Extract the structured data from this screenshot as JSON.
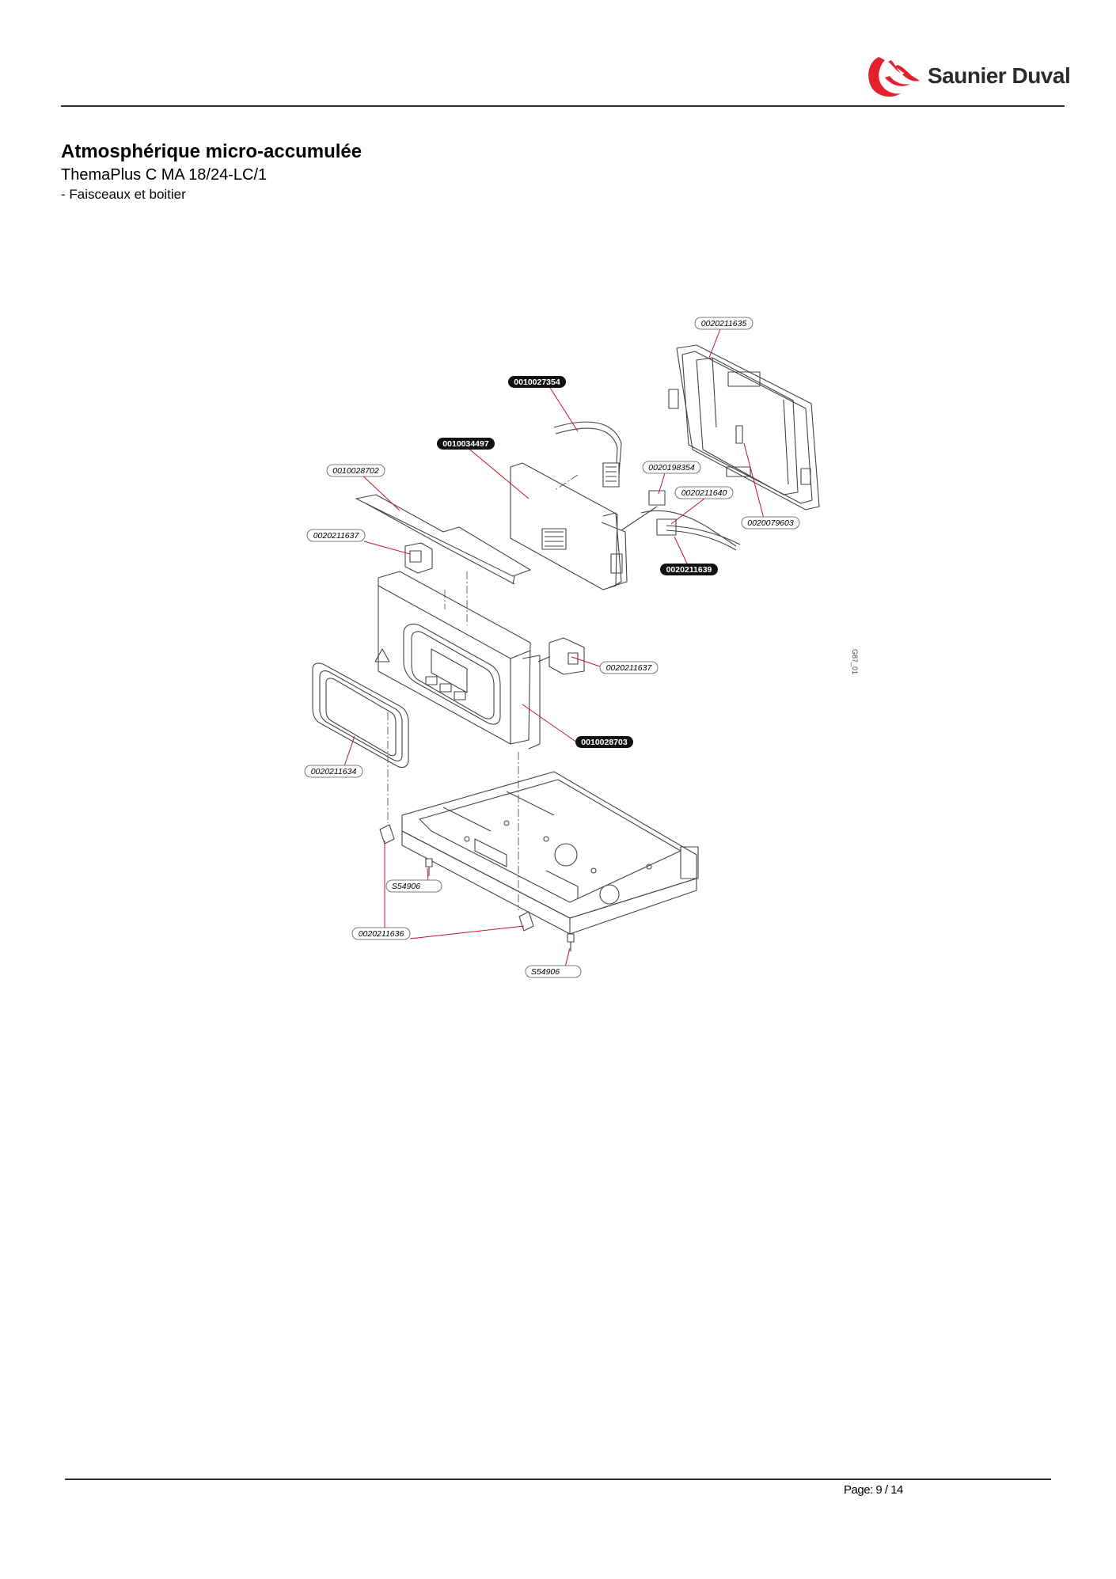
{
  "brand": {
    "name": "Saunier Duval",
    "logo_color": "#e3212d"
  },
  "document": {
    "title": "Atmosphérique micro-accumulée",
    "model": "ThemaPlus C MA 18/24-LC/1",
    "section": "- Faisceaux et boitier",
    "drawing_ref": "G87_01",
    "page": "Page: 9 / 14"
  },
  "parts": {
    "p0020211635": "0020211635",
    "p0010027354": "0010027354",
    "p0010034497": "0010034497",
    "p0010028702": "0010028702",
    "p0020198354": "0020198354",
    "p0020211640": "0020211640",
    "p0020079603": "0020079603",
    "p0020211637a": "0020211637",
    "p0020211639": "0020211639",
    "p0020211637b": "0020211637",
    "p0010028703": "0010028703",
    "p0020211634": "0020211634",
    "p0020211636": "0020211636",
    "pS54906a": "S54906",
    "pS54906b": "S54906"
  }
}
